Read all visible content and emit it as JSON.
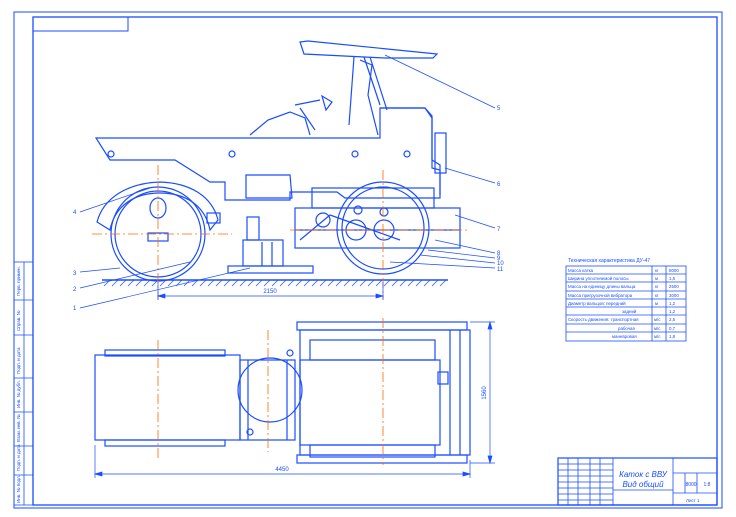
{
  "drawing": {
    "line_color": "#1a4dff",
    "axis_color": "#ff6a00",
    "ground_color": "#1a4dff",
    "background": "#ffffff"
  },
  "callouts": [
    "1",
    "2",
    "3",
    "4",
    "5",
    "6",
    "7",
    "8",
    "9",
    "10",
    "11"
  ],
  "dimensions": {
    "side_length": "2150",
    "top_length": "4450",
    "top_width": "1560"
  },
  "spec_table": {
    "title": "Техническая характеристика ДУ-47",
    "rows": [
      {
        "name": "Масса катка",
        "unit": "кг",
        "value": "8000"
      },
      {
        "name": "Ширина уплотняемой полосы",
        "unit": "м",
        "value": "1,5"
      },
      {
        "name": "Масса на единицу длины вальца",
        "unit": "кг",
        "value": "2500"
      },
      {
        "name": "Масса пригрузочной вибратора",
        "unit": "кг",
        "value": "3000"
      },
      {
        "name": "Диаметр вальцов: передний",
        "unit": "м",
        "value": "1,2"
      },
      {
        "name": "задний",
        "unit": "",
        "value": "1,2"
      },
      {
        "name": "Скорость движения: транспортная",
        "unit": "м/с",
        "value": "2,5"
      },
      {
        "name": "рабочая",
        "unit": "м/с",
        "value": "0,7"
      },
      {
        "name": "маневровая",
        "unit": "м/с",
        "value": "1,8"
      }
    ]
  },
  "title_block": {
    "title_line1": "Каток с ВВУ",
    "title_line2": "Вид общий",
    "mass": "8000",
    "scale": "1:8",
    "sheet_note": "Лист 1"
  },
  "side_stamp": {
    "labels": [
      "Перв. примен.",
      "Справ. №",
      "Подп. и дата",
      "Инв. № дубл.",
      "Взам. инв. №",
      "Подп. и дата",
      "Инв. № подл."
    ]
  }
}
